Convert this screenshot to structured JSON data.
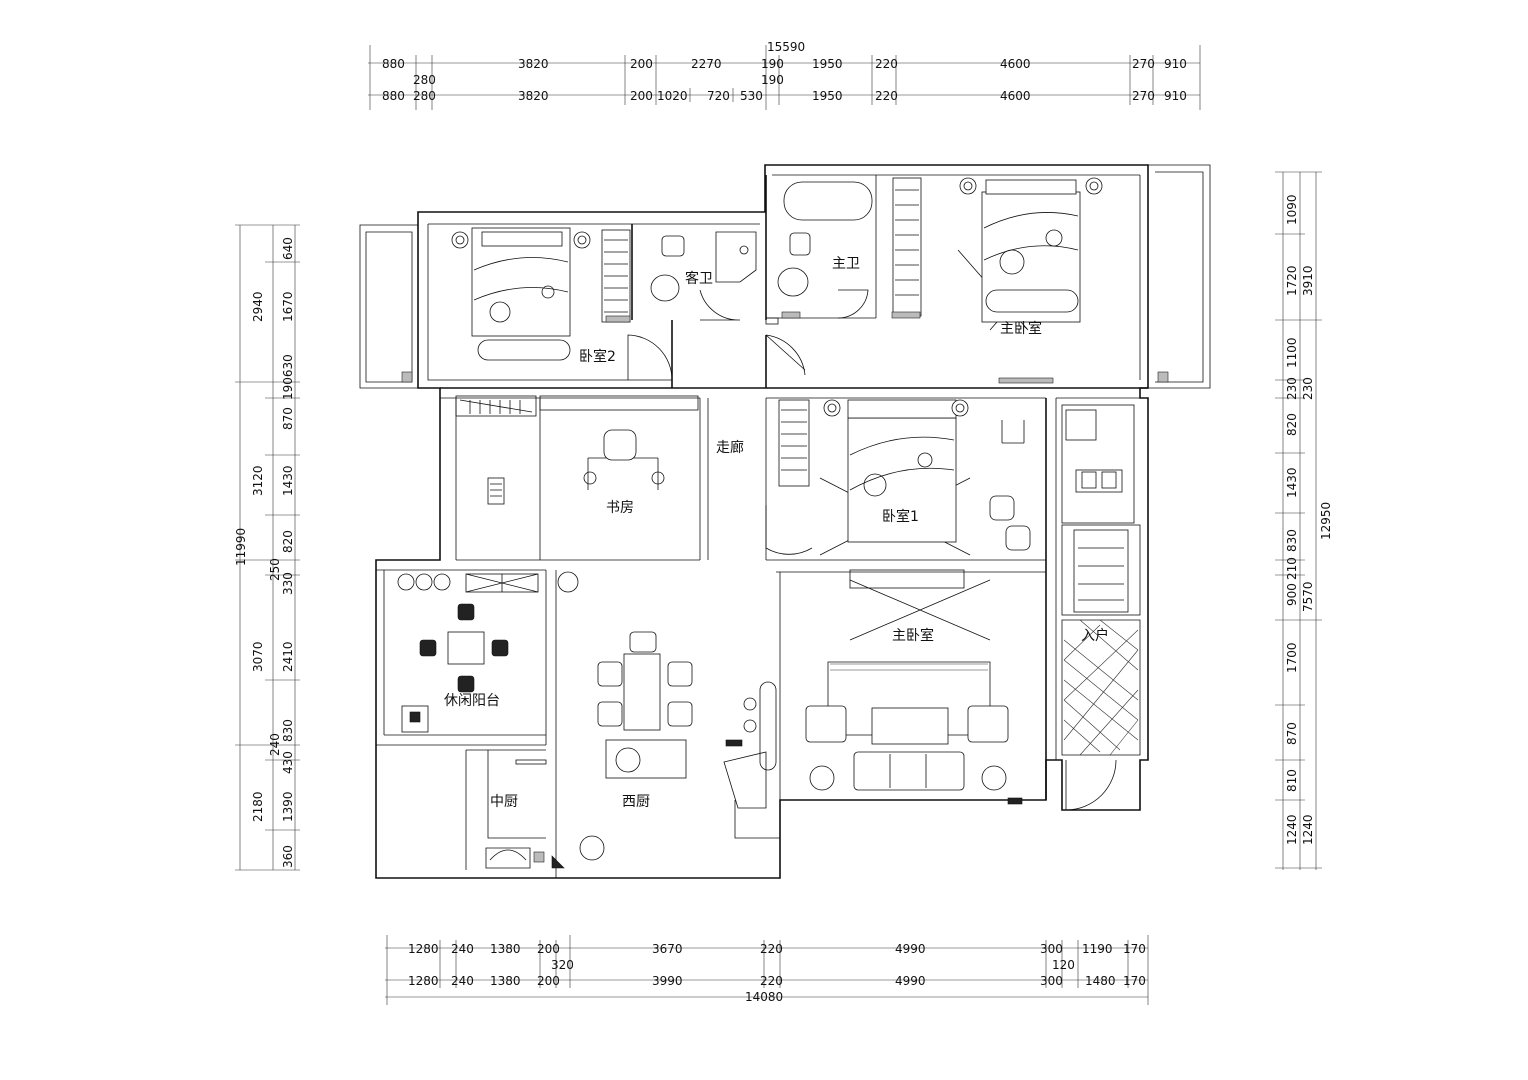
{
  "rooms": {
    "bedroom2": "卧室2",
    "guest_bath": "客卫",
    "master_bath": "主卫",
    "master_bedroom_top": "主卧室",
    "corridor": "走廊",
    "study": "书房",
    "bedroom1": "卧室1",
    "entry": "入户",
    "master_bedroom_main": "主卧室",
    "leisure_balcony": "休闲阳台",
    "chinese_kitchen": "中厨",
    "western_kitchen": "西厨"
  },
  "dimensions": {
    "top_total": "15590",
    "top_row1": [
      "880",
      "3820",
      "200",
      "2270",
      "190",
      "1950",
      "220",
      "4600",
      "270",
      "910"
    ],
    "top_row1_extra": [
      "280",
      "190"
    ],
    "top_row2": [
      "880",
      "280",
      "3820",
      "200",
      "1020",
      "720",
      "530",
      "1950",
      "220",
      "4600",
      "270",
      "910"
    ],
    "left_outer": [
      "2940",
      "3120",
      "11990",
      "3070",
      "2180"
    ],
    "left_inner": [
      "640",
      "1670",
      "190630",
      "870",
      "1430",
      "820",
      "250",
      "330",
      "2410",
      "830",
      "240",
      "430",
      "1390",
      "360"
    ],
    "right_inner": [
      "1090",
      "1720",
      "1100",
      "230",
      "820",
      "1430",
      "830",
      "210",
      "900",
      "1700",
      "870",
      "810",
      "1240"
    ],
    "right_outer": [
      "3910",
      "230",
      "12950",
      "7570",
      "1240"
    ],
    "bottom_row1": [
      "1280",
      "240",
      "1380",
      "200",
      "3670",
      "220",
      "4990",
      "300",
      "1190",
      "170"
    ],
    "bottom_row1_extra": [
      "320",
      "120"
    ],
    "bottom_row2": [
      "1280",
      "240",
      "1380",
      "200",
      "3990",
      "220",
      "4990",
      "300",
      "1480",
      "170"
    ],
    "bottom_total": "14080"
  }
}
